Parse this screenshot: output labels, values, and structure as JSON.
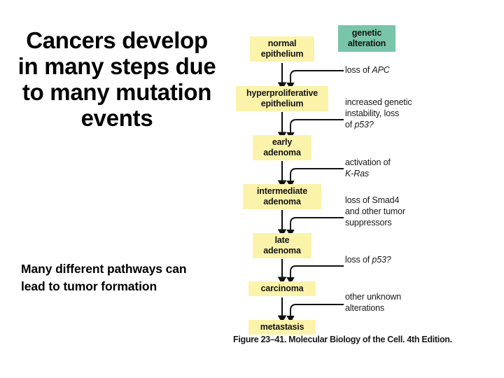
{
  "slide": {
    "title": "Cancers develop in many steps due to many mutation events",
    "subtext": "Many different pathways can lead to tumor formation"
  },
  "figure": {
    "caption": "Figure 23–41. Molecular Biology of the Cell. 4th Edition.",
    "header_box": {
      "label": "genetic\nalteration",
      "color": "#79c5a9"
    },
    "node_color": "#fcf3ab",
    "nodes": [
      {
        "id": "normal-epithelium",
        "label": "normal\nepithelium"
      },
      {
        "id": "hyperproliferative",
        "label": "hyperproliferative\nepithelium"
      },
      {
        "id": "early-adenoma",
        "label": "early\nadenoma"
      },
      {
        "id": "intermediate-adenoma",
        "label": "intermediate\nadenoma"
      },
      {
        "id": "late-adenoma",
        "label": "late\nadenoma"
      },
      {
        "id": "carcinoma",
        "label": "carcinoma"
      },
      {
        "id": "metastasis",
        "label": "metastasis"
      }
    ],
    "annotations": [
      {
        "id": "loss-of-apc",
        "text": "loss of APC",
        "italic": "APC"
      },
      {
        "id": "increased-genetic",
        "text": "increased genetic\ninstability, loss\nof p53?",
        "italic": "p53?"
      },
      {
        "id": "activation-kras",
        "text": "activation of\nK-Ras",
        "italic": "K-Ras"
      },
      {
        "id": "loss-of-smad4",
        "text": "loss of Smad4\nand other tumor\nsuppressors",
        "italic": ""
      },
      {
        "id": "loss-of-p53",
        "text": "loss of p53?",
        "italic": "p53?"
      },
      {
        "id": "other-unknown",
        "text": "other unknown\nalterations",
        "italic": ""
      }
    ]
  }
}
